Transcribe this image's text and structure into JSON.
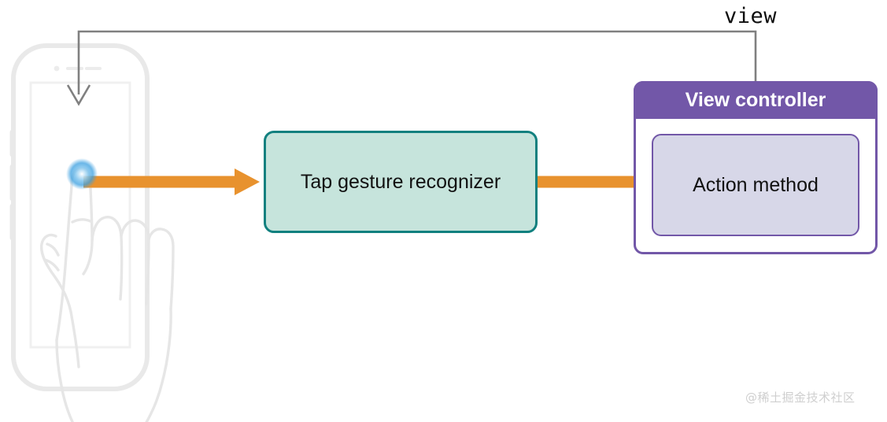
{
  "diagram": {
    "title_label": "view",
    "nodes": {
      "phone": {
        "name": "iphone-illustration",
        "description": "iPhone outline with hand tapping the screen"
      },
      "tap_indicator": {
        "name": "tap-highlight",
        "color": "#3a9fe0"
      },
      "gesture_recognizer": {
        "label": "Tap gesture recognizer",
        "fill": "#c6e4dc",
        "border": "#11807f"
      },
      "view_controller": {
        "header_label": "View controller",
        "header_fill": "#7257a8",
        "border": "#7257a8",
        "action_method": {
          "label": "Action method",
          "fill": "#d7d7e8",
          "border": "#7257a8"
        }
      }
    },
    "connectors": {
      "view_connector": {
        "name": "view-connector-line",
        "color": "#808080",
        "label": "view"
      },
      "tap_to_recognizer": {
        "name": "tap-to-recognizer-arrow",
        "color": "#e8922e"
      },
      "recognizer_to_action": {
        "name": "recognizer-to-action-arrow",
        "color": "#e8922e"
      }
    },
    "colors": {
      "orange": "#e8922e",
      "purple": "#7257a8",
      "teal_border": "#11807f",
      "teal_fill": "#c6e4dc",
      "lavender": "#d7d7e8",
      "grey_line": "#808080",
      "phone_outline": "#e8e8e8",
      "tap_blue": "#3a9fe0"
    }
  },
  "watermark": {
    "text": "@稀土掘金技术社区"
  }
}
